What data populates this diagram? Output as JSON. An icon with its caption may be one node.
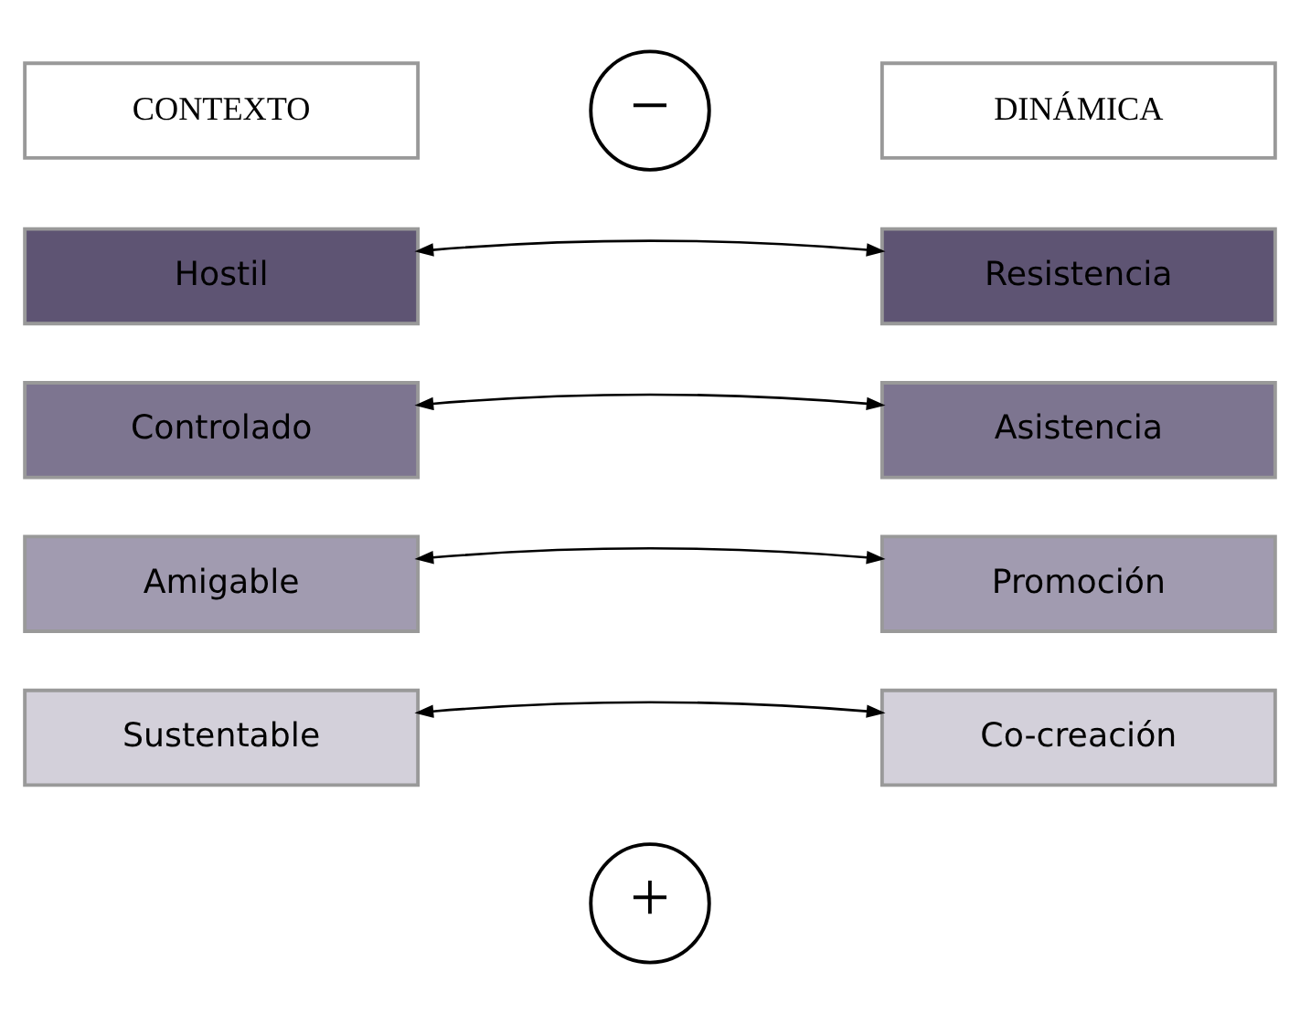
{
  "diagram": {
    "nodes": [
      {
        "text": [
          "CONTEXTO"
        ]
      },
      {
        "text": [
          "−"
        ]
      },
      {
        "text": [
          "DINÁMICA"
        ]
      },
      {
        "text": [
          "Hostil"
        ]
      },
      {
        "text": [
          "Resistencia"
        ]
      },
      {
        "text": [
          "Controlado"
        ]
      },
      {
        "text": [
          "Asistencia"
        ]
      },
      {
        "text": [
          "Amigable"
        ]
      },
      {
        "text": [
          "Promoción"
        ]
      },
      {
        "text": [
          "Sustentable"
        ]
      },
      {
        "text": [
          "Co-creación"
        ]
      },
      {
        "text": [
          "+"
        ]
      }
    ],
    "edges": [
      {
        "from": 3,
        "to": 4,
        "arrow": "both"
      },
      {
        "from": 5,
        "to": 6,
        "arrow": "both"
      },
      {
        "from": 7,
        "to": 8,
        "arrow": "both"
      },
      {
        "from": 9,
        "to": 10,
        "arrow": "both"
      }
    ]
  }
}
